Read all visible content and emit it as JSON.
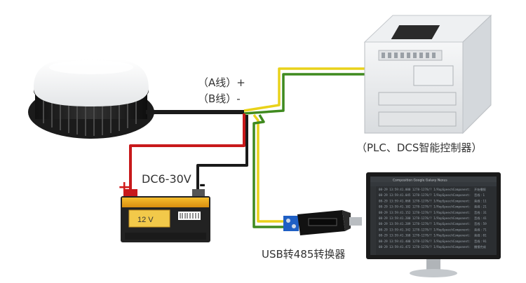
{
  "labels": {
    "a_line": "（A线）+",
    "b_line": "（B线）-",
    "controller": "（PLC、DCS智能控制器）",
    "power": "DC6-30V",
    "converter": "USB转485转换器",
    "plus_sign": "+",
    "minus_sign": "-"
  },
  "battery": {
    "voltage_label": "12 V"
  },
  "monitor": {
    "window_title": "Composition Google Galaxy Nexus",
    "rows": [
      {
        "time": "08-29 13:59:41.000",
        "text": "1278-1278/? I/RopSpeechComponent:",
        "tag": "开始播报"
      },
      {
        "time": "08-29 13:59:41.045",
        "text": "1278-1278/? I/RopSpeechComponent:",
        "tag": "音线 : 1"
      },
      {
        "time": "08-29 13:59:41.068",
        "text": "1278-1278/? I/RopSpeechComponent:",
        "tag": "音线 : 11"
      },
      {
        "time": "08-29 13:59:41.102",
        "text": "1278-1278/? I/RopSpeechComponent:",
        "tag": "音线 : 21"
      },
      {
        "time": "08-29 13:59:41.152",
        "text": "1278-1278/? I/RopSpeechComponent:",
        "tag": "音线 : 31"
      },
      {
        "time": "08-29 13:59:41.200",
        "text": "1278-1278/? I/RopSpeechComponent:",
        "tag": "音线 : 41"
      },
      {
        "time": "08-29 13:59:41.289",
        "text": "1278-1278/? I/RopSpeechComponent:",
        "tag": "音线 : 59"
      },
      {
        "time": "08-29 13:59:41.342",
        "text": "1278-1278/? I/RopSpeechComponent:",
        "tag": "音线 : 71"
      },
      {
        "time": "08-29 13:59:41.368",
        "text": "1278-1278/? I/RopSpeechComponent:",
        "tag": "音线 : 81"
      },
      {
        "time": "08-29 13:59:41.400",
        "text": "1278-1278/? I/RopSpeechComponent:",
        "tag": "音线 : 91"
      },
      {
        "time": "08-29 13:59:41.472",
        "text": "1278-1278/? I/RopSpeechComponent:",
        "tag": "播报完成"
      }
    ]
  },
  "colors": {
    "wire_red": "#c8191b",
    "wire_black": "#1a1a1a",
    "wire_yellow": "#e9d21a",
    "wire_green": "#3f8a1e",
    "battery_top": "#f2b01e",
    "converter_blue": "#1f5fc4"
  }
}
